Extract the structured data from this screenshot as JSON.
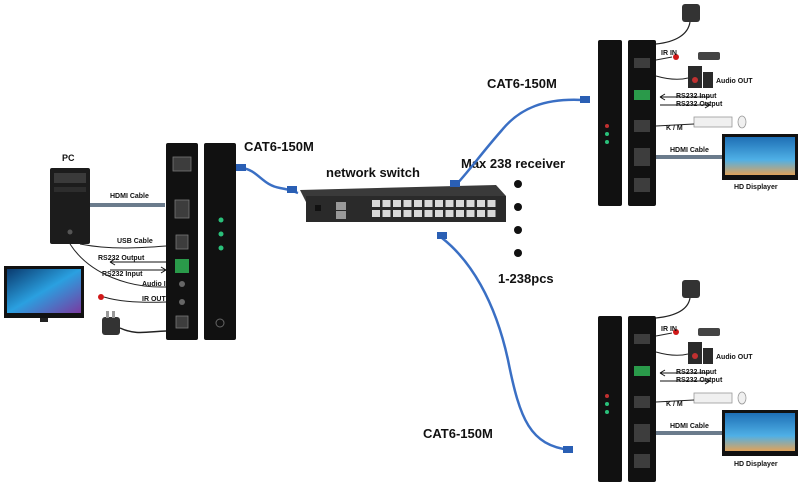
{
  "source": {
    "pc_label": "PC",
    "hdmi_cable": "HDMI Cable",
    "usb_cable": "USB Cable",
    "rs232_output": "RS232 Output",
    "rs232_input": "RS232 Input",
    "audio_in": "Audio IN",
    "ir_out": "IR OUT"
  },
  "links": {
    "cat_top_left": "CAT6-150M",
    "cat_top_right": "CAT6-150M",
    "cat_bottom": "CAT6-150M"
  },
  "switch": {
    "label": "network switch",
    "max_receivers": "Max 238 receiver",
    "count": "1-238pcs"
  },
  "receiver_top": {
    "ir_in": "IR IN",
    "audio_out": "Audio OUT",
    "rs232_input": "RS232 Input",
    "rs232_output": "RS232 Output",
    "km": "K / M",
    "hdmi_cable": "HDMI Cable",
    "display": "HD Displayer"
  },
  "receiver_bottom": {
    "ir_in": "IR IN",
    "audio_out": "Audio OUT",
    "rs232_input": "RS232 Input",
    "rs232_output": "RS232 Output",
    "km": "K / M",
    "hdmi_cable": "HDMI Cable",
    "display": "HD Displayer"
  }
}
